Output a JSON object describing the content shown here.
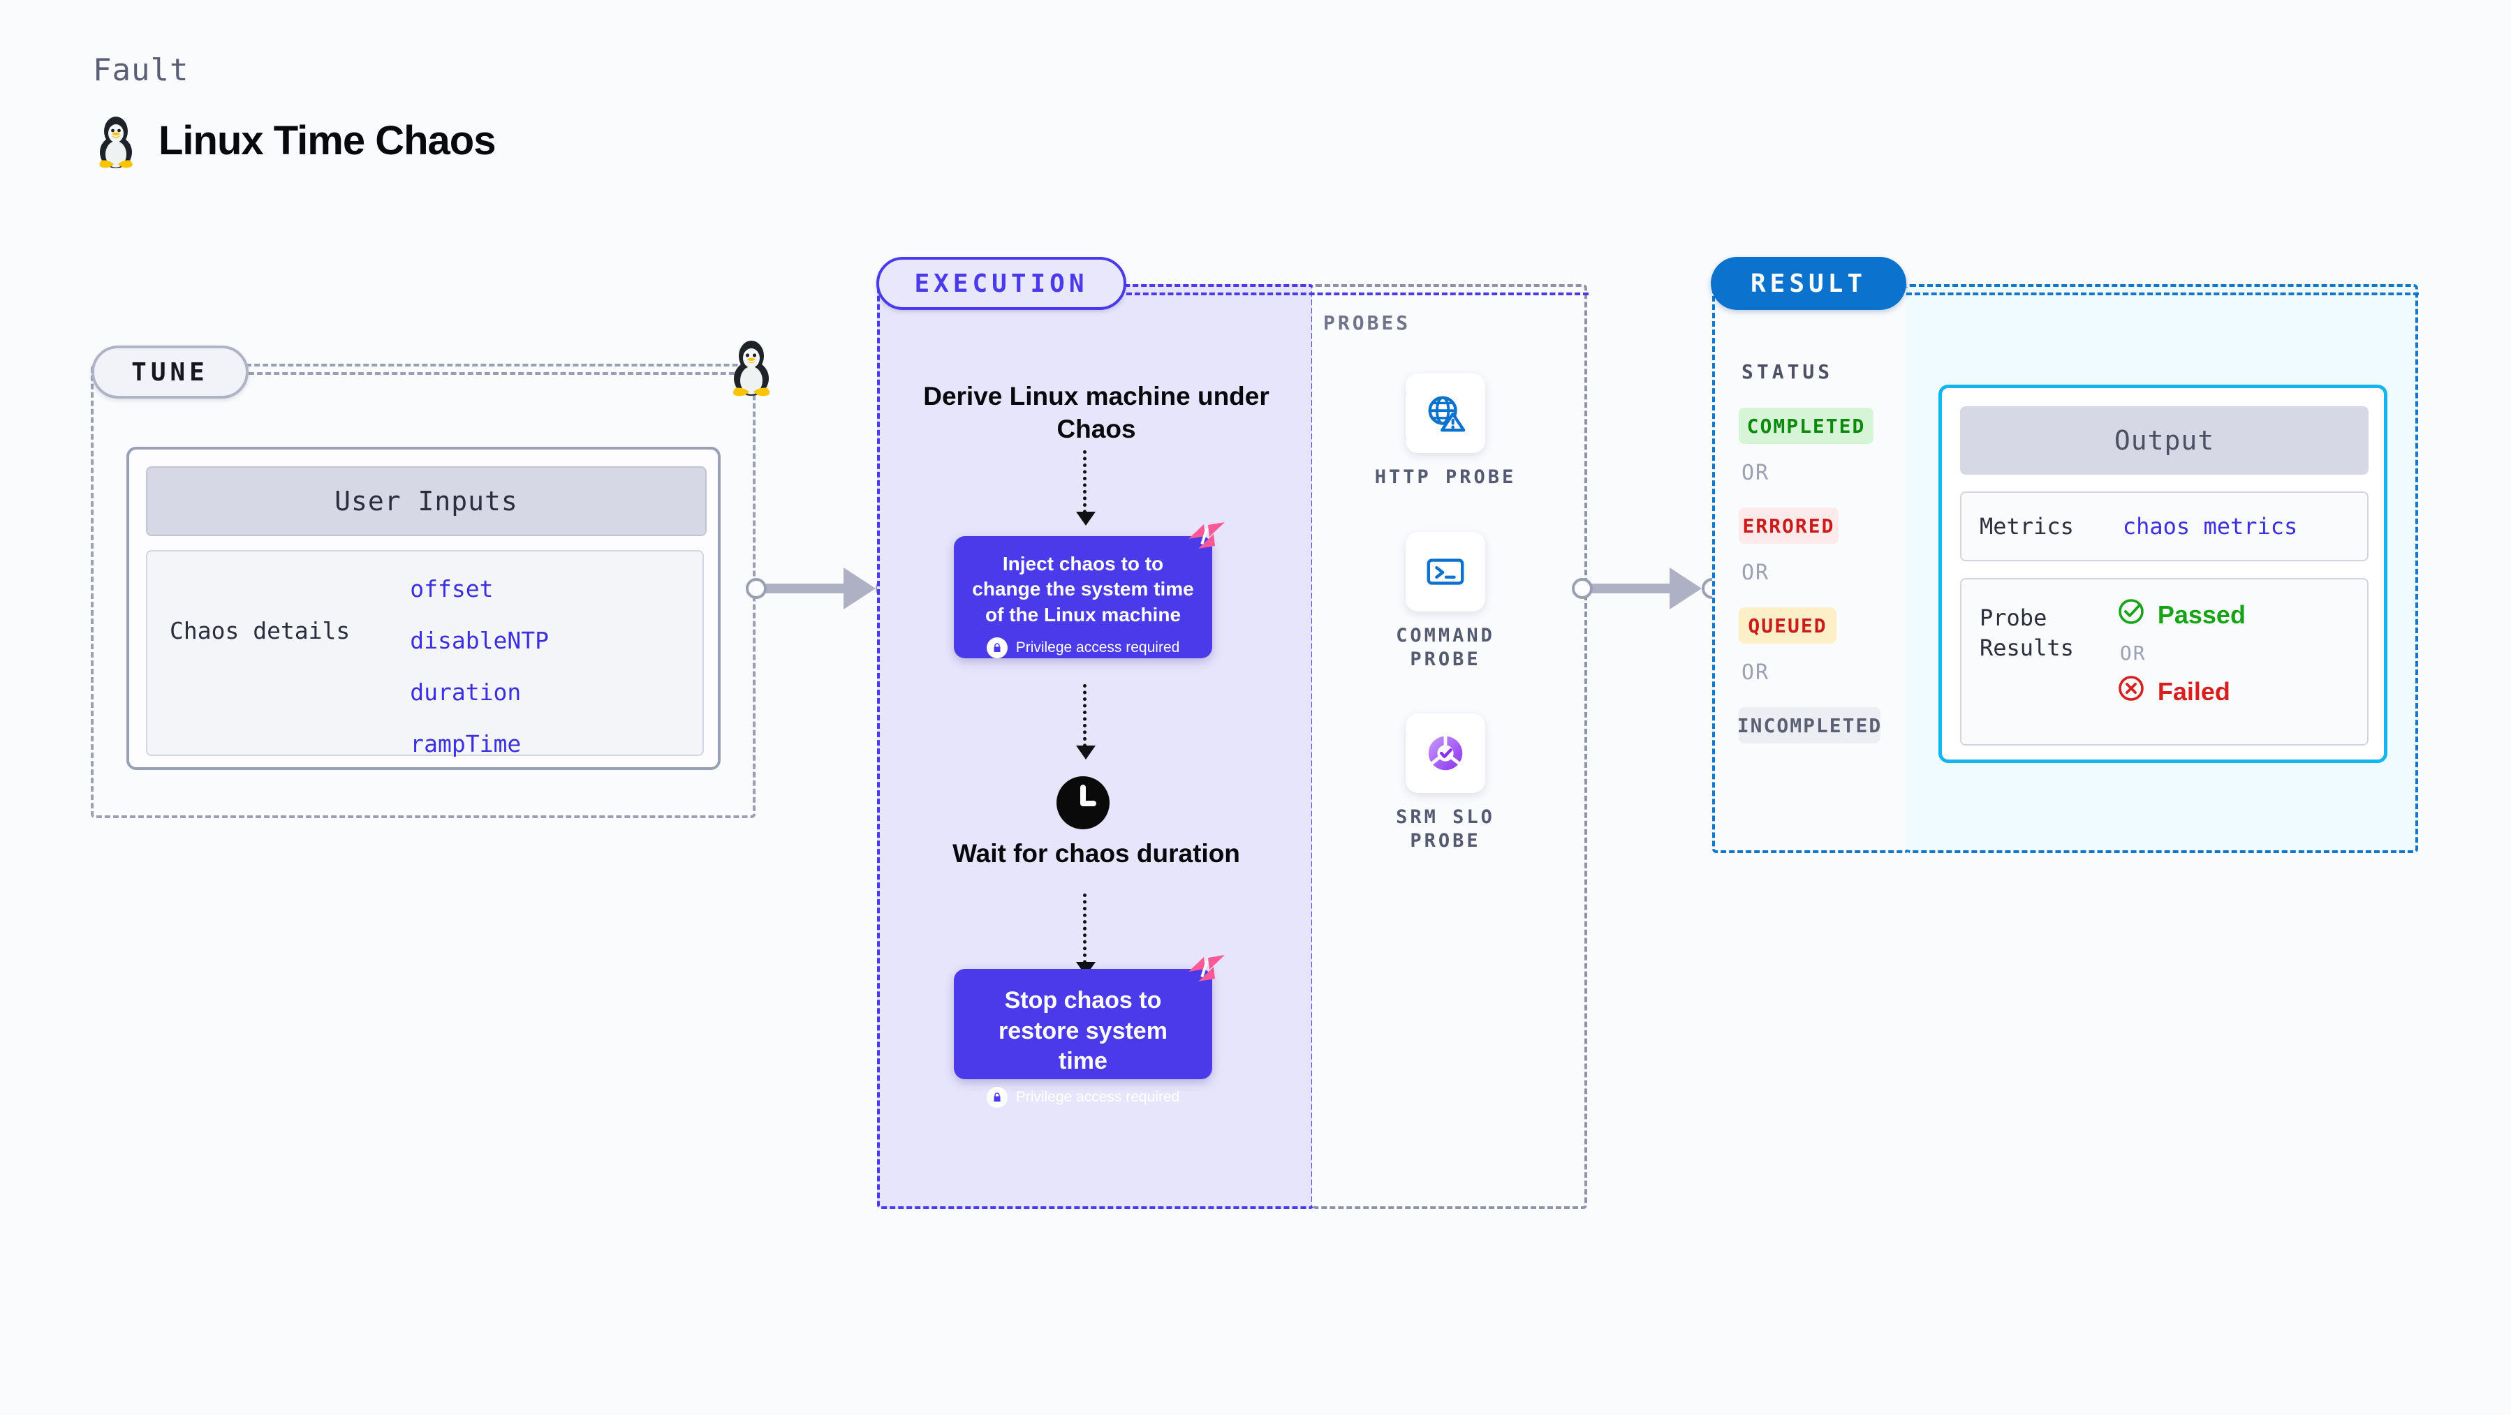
{
  "header": {
    "eyebrow": "Fault",
    "title": "Linux Time Chaos",
    "icon": "linux-penguin-icon"
  },
  "stages": {
    "tune": {
      "pill_label": "TUNE"
    },
    "execution": {
      "pill_label": "EXECUTION"
    },
    "probes": {
      "section_label": "PROBES"
    },
    "result": {
      "pill_label": "RESULT"
    }
  },
  "tune": {
    "card_title": "User Inputs",
    "rows": [
      {
        "key": "Chaos details",
        "values": [
          "offset",
          "disableNTP",
          "duration",
          "rampTime"
        ]
      }
    ]
  },
  "execution": {
    "step1_title": "Derive Linux machine under Chaos",
    "chaos1": {
      "title": "Inject chaos to to change the system time of the Linux machine",
      "privilege_note": "Privilege access required",
      "badge_icon": "harness-logo-icon",
      "lock_icon": "lock-icon"
    },
    "wait": {
      "icon": "clock-icon",
      "label": "Wait for chaos duration"
    },
    "chaos2": {
      "title": "Stop chaos to restore system time",
      "privilege_note": "Privilege access required",
      "badge_icon": "harness-logo-icon",
      "lock_icon": "lock-icon"
    }
  },
  "probes": [
    {
      "icon": "globe-warning-icon",
      "label": "HTTP PROBE"
    },
    {
      "icon": "terminal-icon",
      "label": "COMMAND PROBE"
    },
    {
      "icon": "srm-slo-donut-icon",
      "label": "SRM SLO PROBE"
    }
  ],
  "result": {
    "status_label": "STATUS",
    "or_label": "OR",
    "statuses": [
      {
        "label": "COMPLETED",
        "bg": "#d6f5d6",
        "fg": "#0d8a0d"
      },
      {
        "label": "ERRORED",
        "bg": "#fdeaea",
        "fg": "#cc1b1b"
      },
      {
        "label": "QUEUED",
        "bg": "#fdf0c8",
        "fg": "#cc1b1b"
      },
      {
        "label": "INCOMPLETED",
        "bg": "#eceef4",
        "fg": "#5b6074"
      }
    ]
  },
  "output": {
    "card_title": "Output",
    "metrics": {
      "key": "Metrics",
      "value": "chaos metrics"
    },
    "probe_results": {
      "key": "Probe\nResults",
      "passed": "Passed",
      "or_label": "OR",
      "failed": "Failed",
      "passed_icon": "check-circle-icon",
      "failed_icon": "x-circle-icon"
    }
  },
  "colors": {
    "execution_accent": "#4a3aea",
    "result_accent": "#1476c8",
    "output_accent": "#14b4f0",
    "tune_accent": "#9aa0b4",
    "harness_pink": "#ff5896",
    "value_blue": "#3b2fe0",
    "probe_blue": "#0b72cd",
    "srm_purple": "#a855f7"
  }
}
